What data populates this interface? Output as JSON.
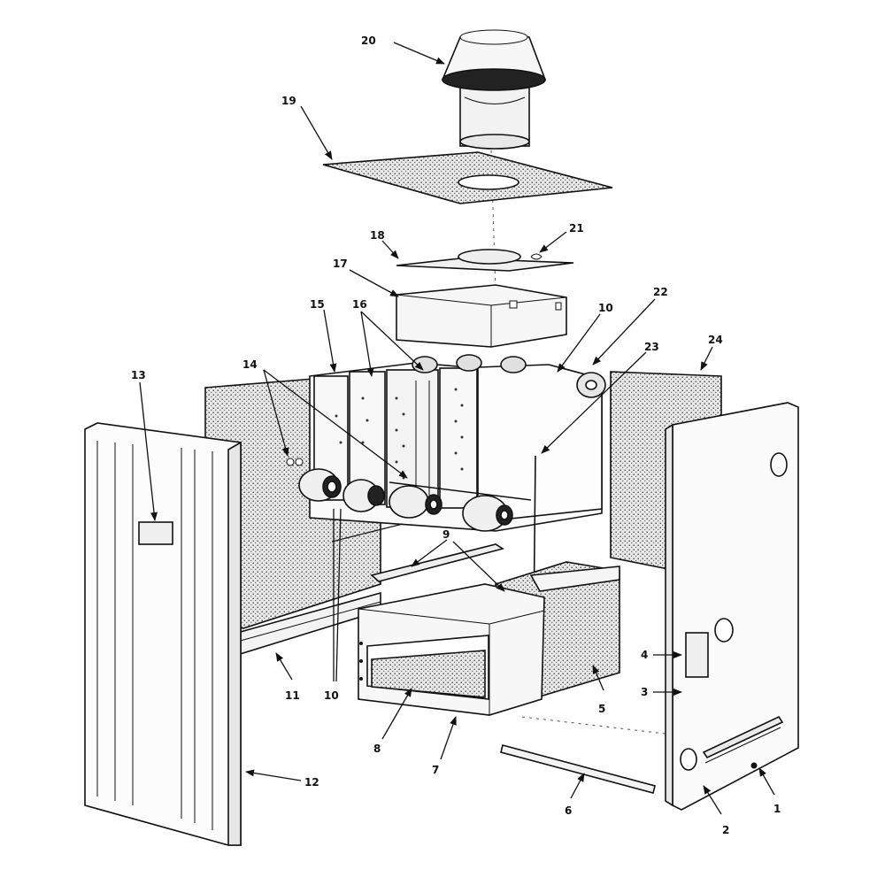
{
  "callouts": {
    "c1": "1",
    "c2": "2",
    "c3": "3",
    "c4": "4",
    "c5": "5",
    "c6": "6",
    "c7": "7",
    "c8": "8",
    "c9": "9",
    "c10a": "10",
    "c10b": "10",
    "c11": "11",
    "c12": "12",
    "c13": "13",
    "c14": "14",
    "c15": "15",
    "c16": "16",
    "c17": "17",
    "c18": "18",
    "c19": "19",
    "c20": "20",
    "c21": "21",
    "c22": "22",
    "c23": "23",
    "c24": "24"
  }
}
